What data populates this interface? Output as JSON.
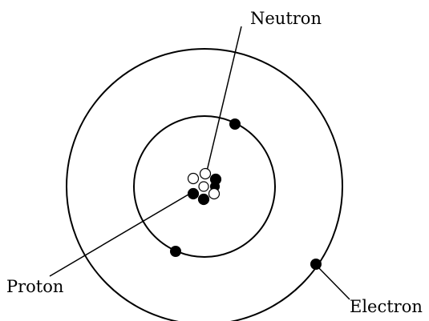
{
  "labels": {
    "neutron": "Neutron",
    "proton": "Proton",
    "electron": "Electron"
  },
  "colors": {
    "ink": "#000000",
    "background": "#ffffff",
    "proton_fill": "#ffffff",
    "neutron_fill": "#000000",
    "electron_fill": "#000000"
  },
  "atom": {
    "protons": 3,
    "neutrons": 4,
    "electrons": 3,
    "electron_shells": 2
  }
}
